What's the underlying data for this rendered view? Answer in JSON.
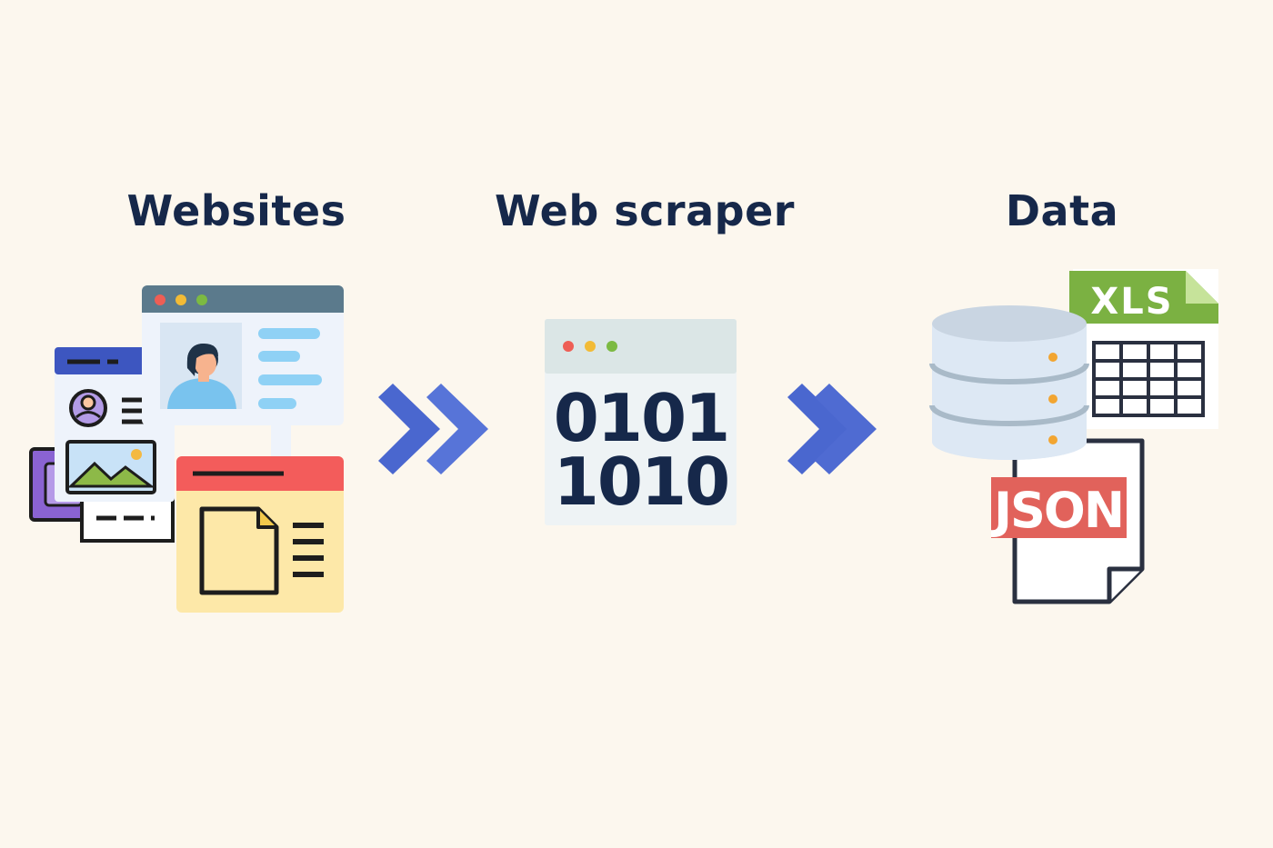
{
  "diagram": {
    "stages": [
      {
        "label": "Websites"
      },
      {
        "label": "Web scraper"
      },
      {
        "label": "Data"
      }
    ],
    "binary": {
      "line1": "0101",
      "line2": "1010"
    },
    "formats": {
      "xls": "XLS",
      "json": "JSON"
    }
  },
  "colors": {
    "background": "#fcf7ee",
    "title_text": "#16284a",
    "arrow": "#4a67cf",
    "xls_green": "#7bb142",
    "json_red": "#e1625b",
    "db_blue": "#dde8f4"
  },
  "icons": [
    "website-windows-icon",
    "double-chevron-icon",
    "code-window-icon",
    "database-icon",
    "xls-file-icon",
    "json-file-icon"
  ]
}
